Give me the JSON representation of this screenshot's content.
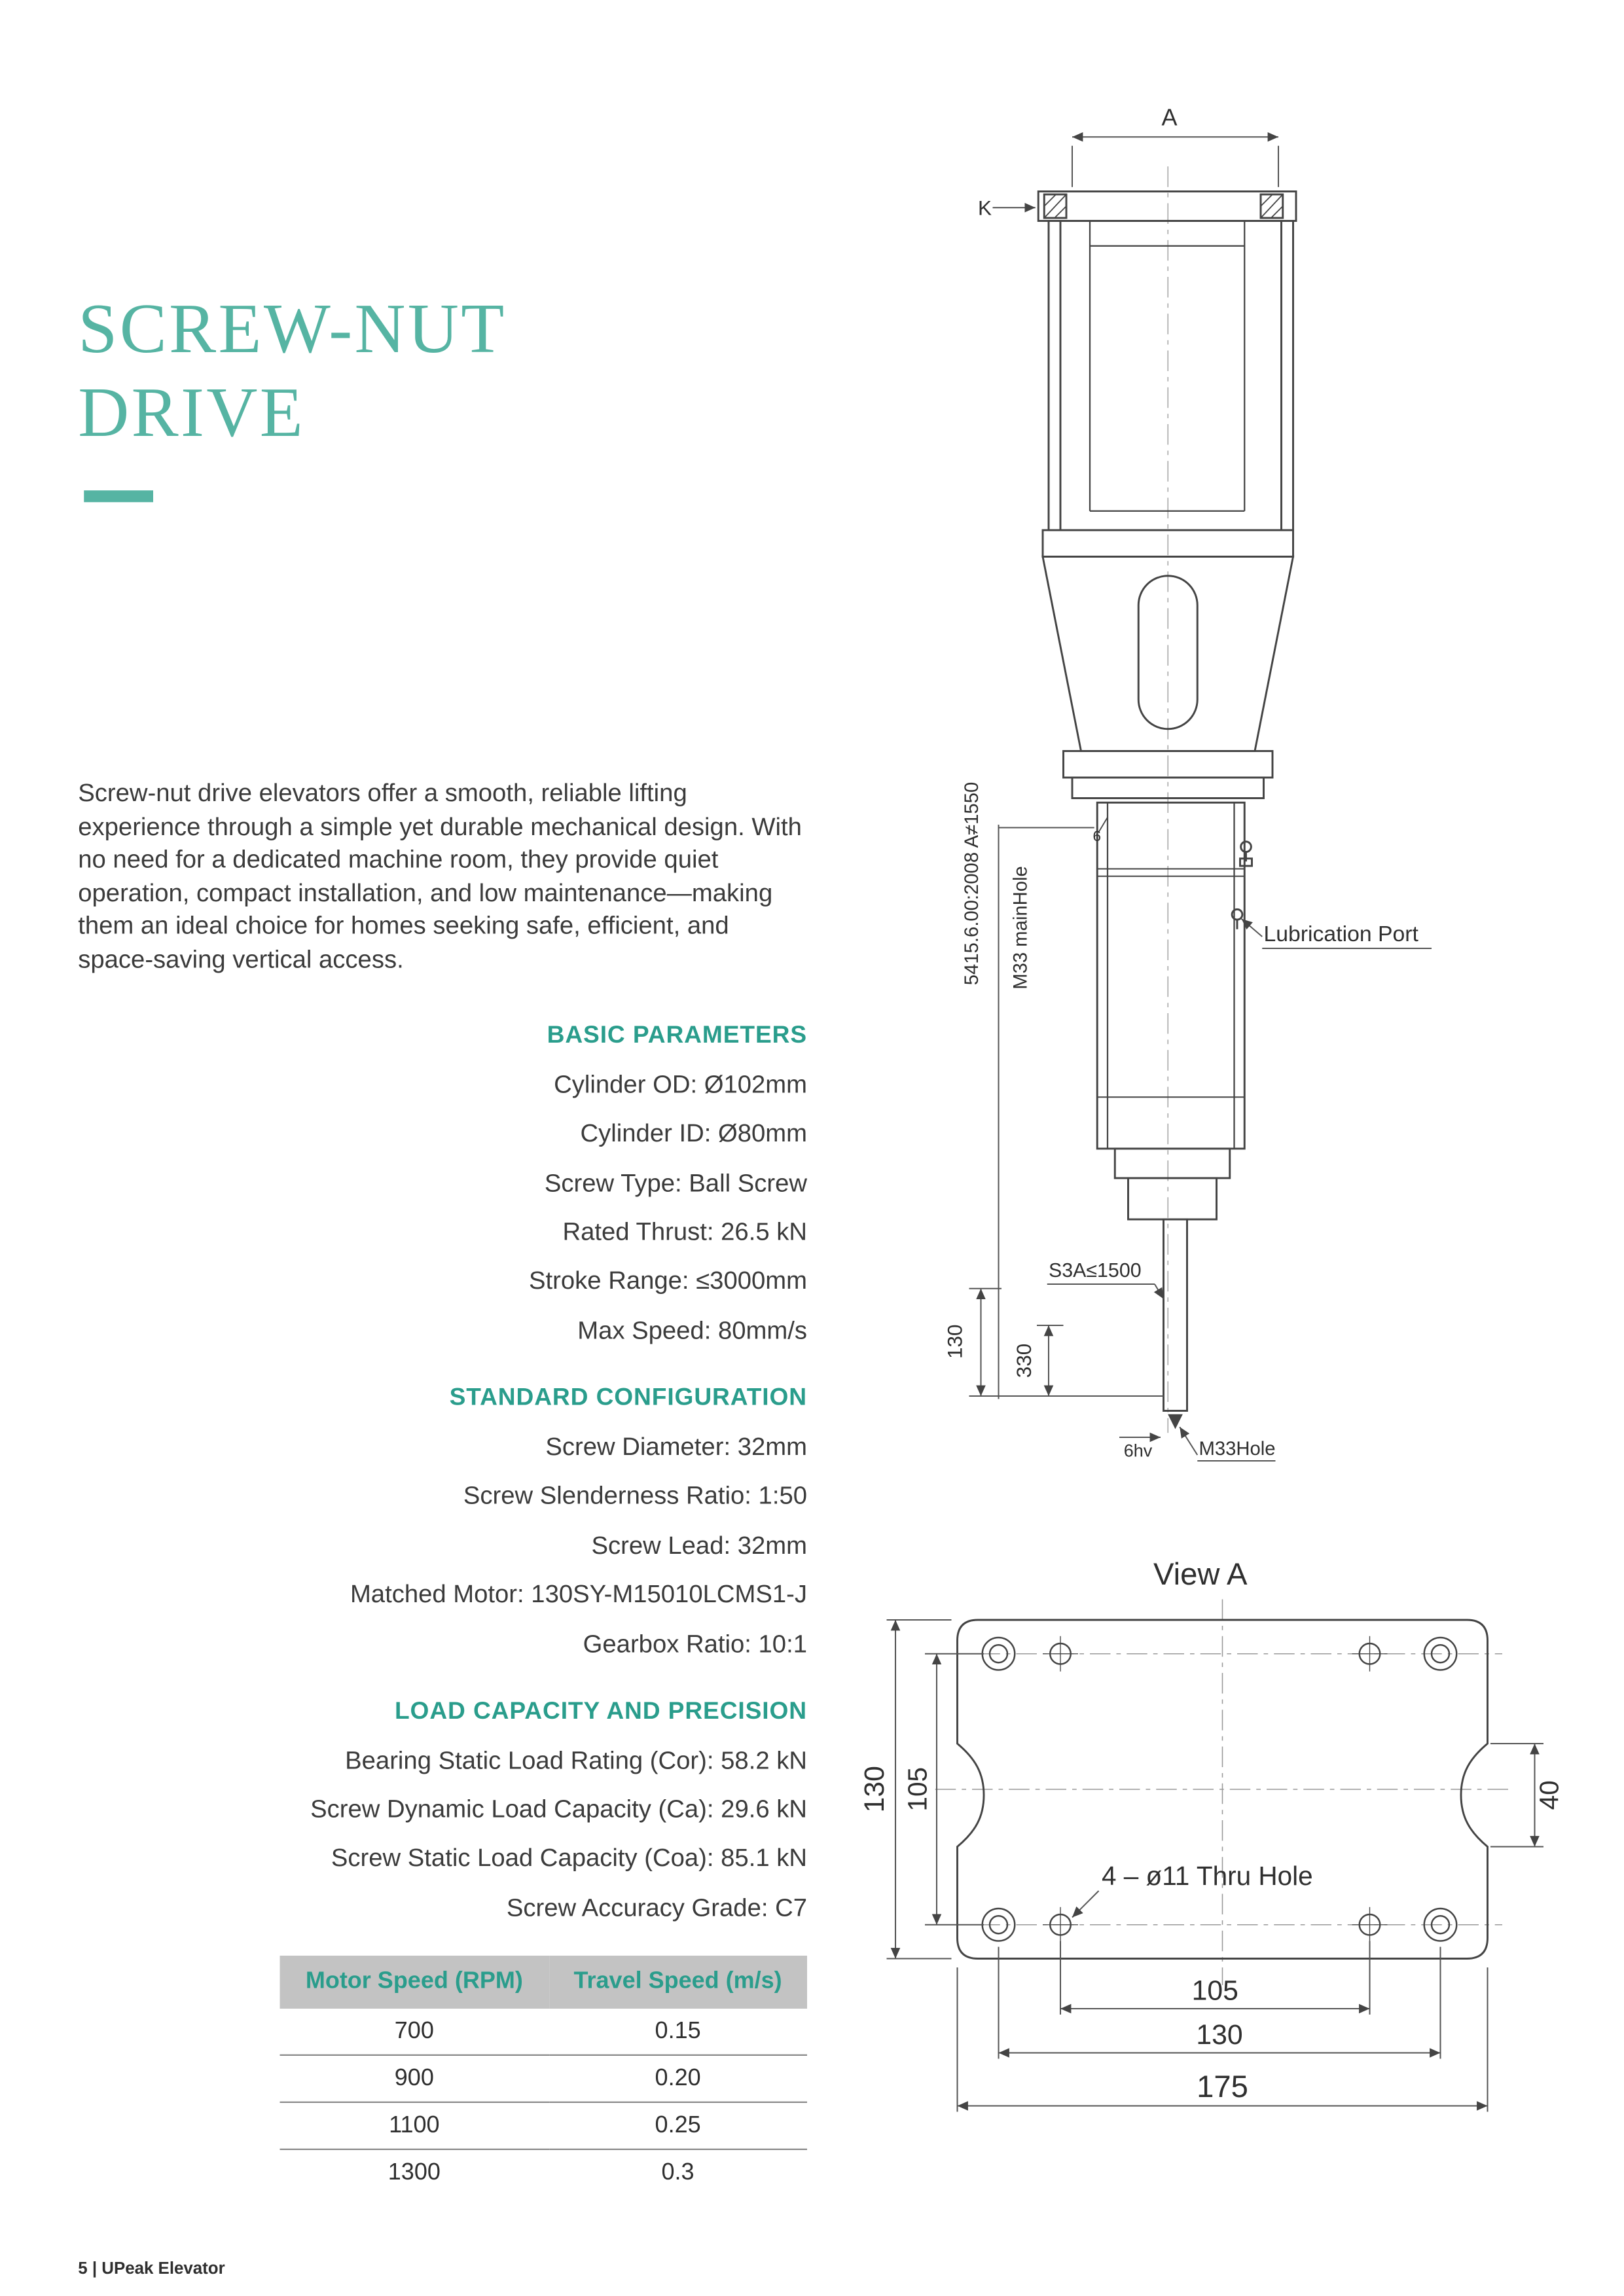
{
  "colors": {
    "accent_light": "#56b4a3",
    "accent": "#2a9d8c",
    "text": "#3b3b3b",
    "table_header_bg": "#c3c3c3",
    "drawing_line": "#444444"
  },
  "header": {
    "title_line1": "SCREW-NUT",
    "title_line2": "DRIVE"
  },
  "intro": "Screw-nut drive elevators offer a smooth, reliable lifting experience through a simple yet durable mechanical design. With no need for a dedicated machine room, they provide quiet operation, compact installation, and low maintenance—making them an ideal choice for homes seeking safe, efficient, and space-saving vertical access.",
  "sections": [
    {
      "heading": "BASIC PARAMETERS",
      "items": [
        "Cylinder OD: Ø102mm",
        "Cylinder ID: Ø80mm",
        "Screw Type: Ball Screw",
        "Rated Thrust: 26.5 kN",
        "Stroke Range: ≤3000mm",
        "Max Speed: 80mm/s"
      ]
    },
    {
      "heading": "STANDARD CONFIGURATION",
      "items": [
        "Screw Diameter: 32mm",
        "Screw Slenderness Ratio: 1:50",
        "Screw Lead: 32mm",
        "Matched Motor: 130SY-M15010LCMS1-J",
        "Gearbox Ratio: 10:1"
      ]
    },
    {
      "heading": "LOAD CAPACITY AND PRECISION",
      "items": [
        "Bearing Static Load Rating (Cor): 58.2 kN",
        "Screw Dynamic Load Capacity (Ca): 29.6 kN",
        "Screw Static Load Capacity (Coa): 85.1 kN",
        "Screw Accuracy Grade: C7"
      ]
    }
  ],
  "speed_table": {
    "headers": [
      "Motor Speed (RPM)",
      "Travel Speed (m/s)"
    ],
    "rows": [
      [
        "700",
        "0.15"
      ],
      [
        "900",
        "0.20"
      ],
      [
        "1100",
        "0.25"
      ],
      [
        "1300",
        "0.3"
      ]
    ]
  },
  "drawing": {
    "dim_a": "A",
    "k_label": "K",
    "side_note": "5415.6.00:2008 A≠1550",
    "main_hole_note": "M33 mainHole",
    "lubrication": "Lubrication Port",
    "s3a": "S3A≤1500",
    "dim_130": "130",
    "dim_330": "330",
    "small_6": "6",
    "rod_tol": "6hv",
    "m33_hole": "M33Hole"
  },
  "view_a": {
    "title": "View A",
    "dim_height_outer": "130",
    "dim_height_inner": "105",
    "dim_notch": "40",
    "thru_hole": "4 – ø11 Thru Hole",
    "dim_bottom_inner": "105",
    "dim_bottom_mid": "130",
    "dim_bottom_outer": "175"
  },
  "footer": "5 | UPeak Elevator"
}
